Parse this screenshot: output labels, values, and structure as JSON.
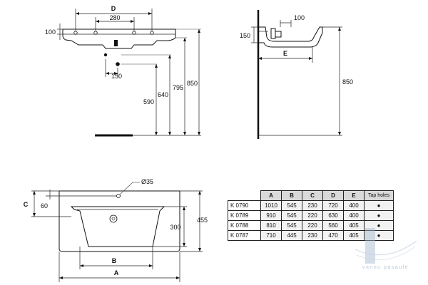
{
  "front_view": {
    "dims": {
      "D": "D",
      "d280": "280",
      "d100": "100",
      "d150": "150",
      "d590": "590",
      "d640": "640",
      "d795": "795",
      "d850": "850"
    }
  },
  "side_view": {
    "dims": {
      "d100": "100",
      "d150": "150",
      "E": "E",
      "d850": "850"
    }
  },
  "plan_view": {
    "dims": {
      "dia35": "Ø35",
      "C": "C",
      "d60": "60",
      "d300": "300",
      "d455": "455",
      "B": "B",
      "A": "A"
    }
  },
  "table": {
    "headers": [
      "A",
      "B",
      "C",
      "D",
      "E"
    ],
    "tap_holes_header": "Tap holes",
    "rows": [
      {
        "code": "K 0790",
        "values": [
          "1010",
          "545",
          "230",
          "720",
          "400"
        ],
        "tap": "●"
      },
      {
        "code": "K 0789",
        "values": [
          "910",
          "545",
          "220",
          "630",
          "400"
        ],
        "tap": "●"
      },
      {
        "code": "K 0788",
        "values": [
          "810",
          "545",
          "220",
          "560",
          "405"
        ],
        "tap": "●"
      },
      {
        "code": "K 0787",
        "values": [
          "710",
          "445",
          "230",
          "470",
          "405"
        ],
        "tap": "●"
      }
    ]
  },
  "watermark": {
    "text": "vannu pasaule",
    "color": "#b7c7d9"
  }
}
